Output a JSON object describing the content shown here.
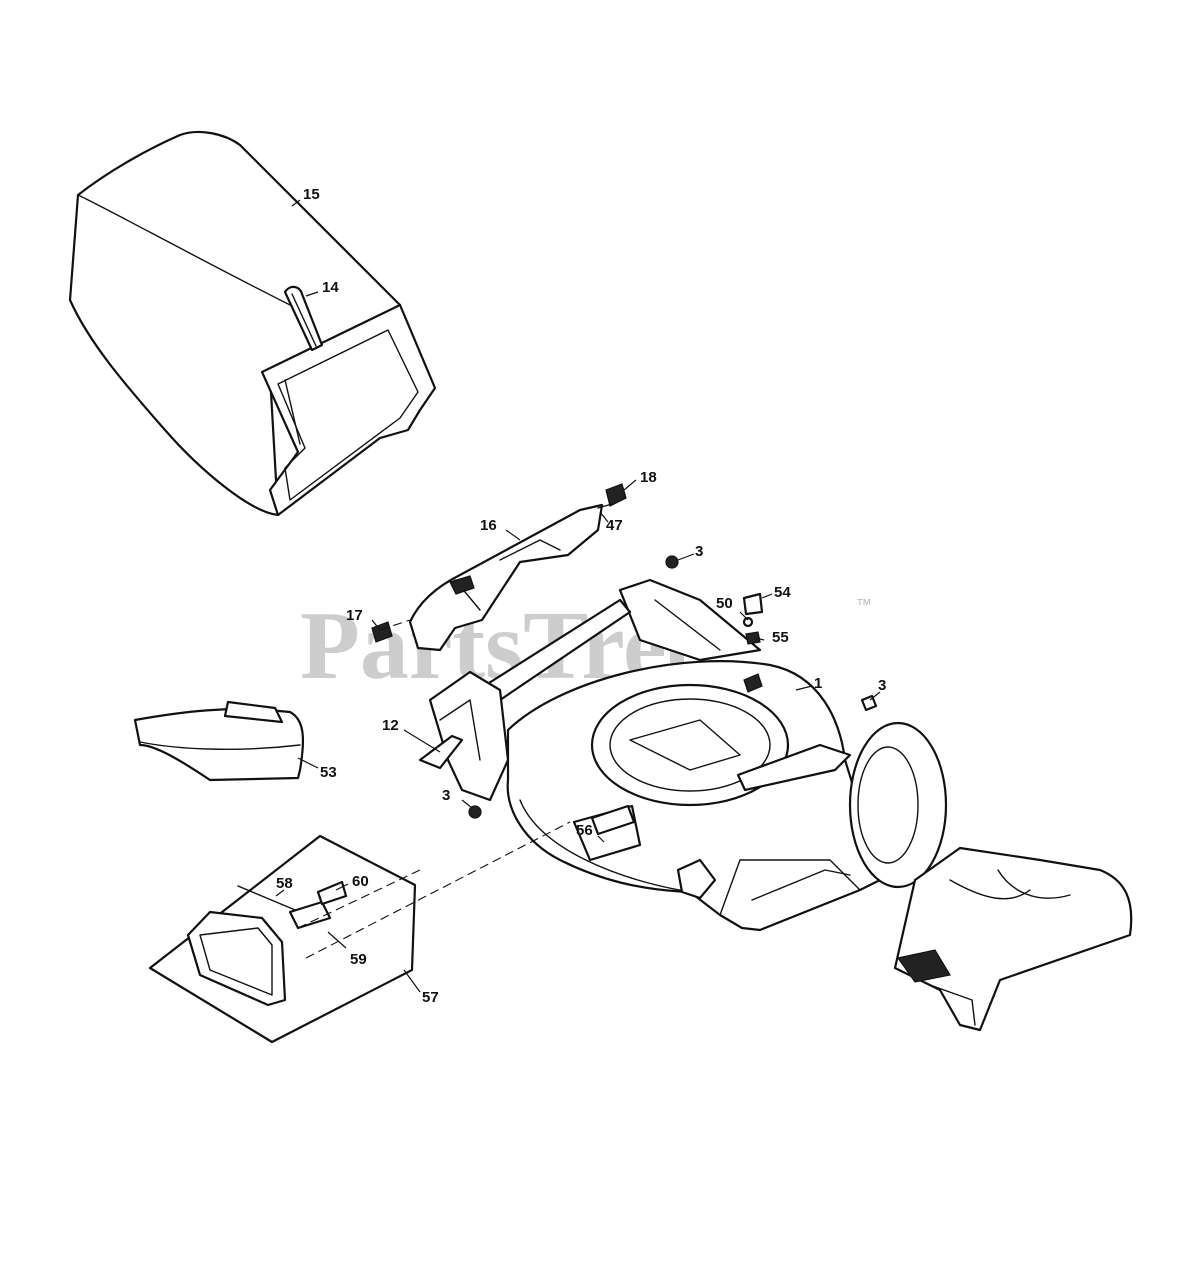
{
  "watermark": {
    "text": "PartsTree",
    "trademark": "™"
  },
  "callouts": [
    {
      "id": "c15",
      "label": "15"
    },
    {
      "id": "c14",
      "label": "14"
    },
    {
      "id": "c18",
      "label": "18"
    },
    {
      "id": "c47",
      "label": "47"
    },
    {
      "id": "c16",
      "label": "16"
    },
    {
      "id": "c3a",
      "label": "3"
    },
    {
      "id": "c54",
      "label": "54"
    },
    {
      "id": "c50",
      "label": "50"
    },
    {
      "id": "c55",
      "label": "55"
    },
    {
      "id": "c17",
      "label": "17"
    },
    {
      "id": "c1",
      "label": "1"
    },
    {
      "id": "c3b",
      "label": "3"
    },
    {
      "id": "c12",
      "label": "12"
    },
    {
      "id": "c53",
      "label": "53"
    },
    {
      "id": "c3c",
      "label": "3"
    },
    {
      "id": "c56",
      "label": "56"
    },
    {
      "id": "c58",
      "label": "58"
    },
    {
      "id": "c60",
      "label": "60"
    },
    {
      "id": "c59",
      "label": "59"
    },
    {
      "id": "c57",
      "label": "57"
    }
  ]
}
